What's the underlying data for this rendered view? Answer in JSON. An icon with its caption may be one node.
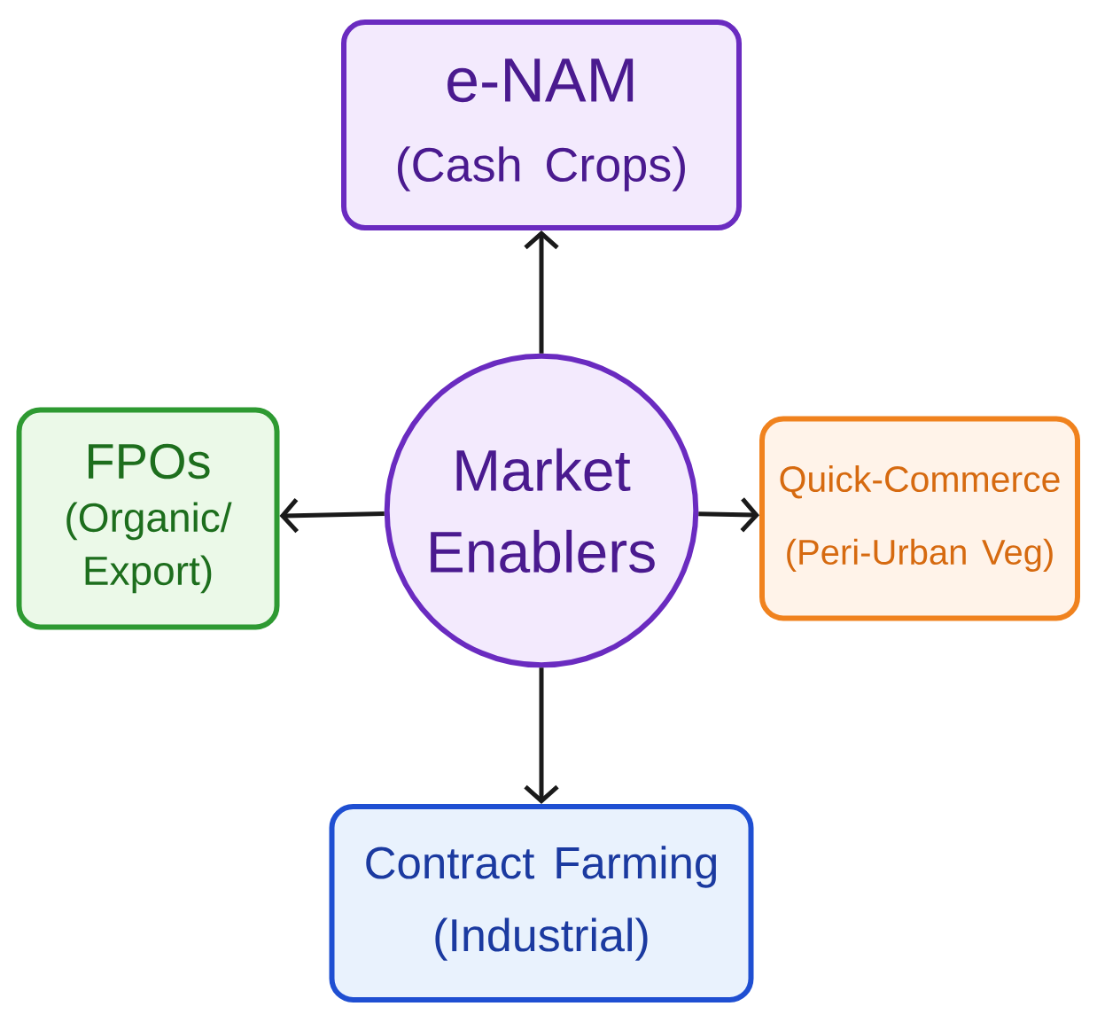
{
  "diagram": {
    "nodes": [
      {
        "text": [
          "e-NAM",
          "(Cash Crops)"
        ]
      },
      {
        "text": [
          "FPOs",
          "(Organic/ Export)"
        ]
      },
      {
        "text": [
          "Market Enablers"
        ]
      },
      {
        "text": [
          "Quick-Commerce",
          "(Peri-Urban Veg)"
        ]
      },
      {
        "text": [
          "Contract Farming",
          "(Industrial)"
        ]
      }
    ],
    "edges": [
      {
        "from": 2,
        "to": 0,
        "arrow": "to"
      },
      {
        "from": 2,
        "to": 1,
        "arrow": "to"
      },
      {
        "from": 2,
        "to": 3,
        "arrow": "to"
      },
      {
        "from": 2,
        "to": 4,
        "arrow": "to"
      }
    ]
  }
}
